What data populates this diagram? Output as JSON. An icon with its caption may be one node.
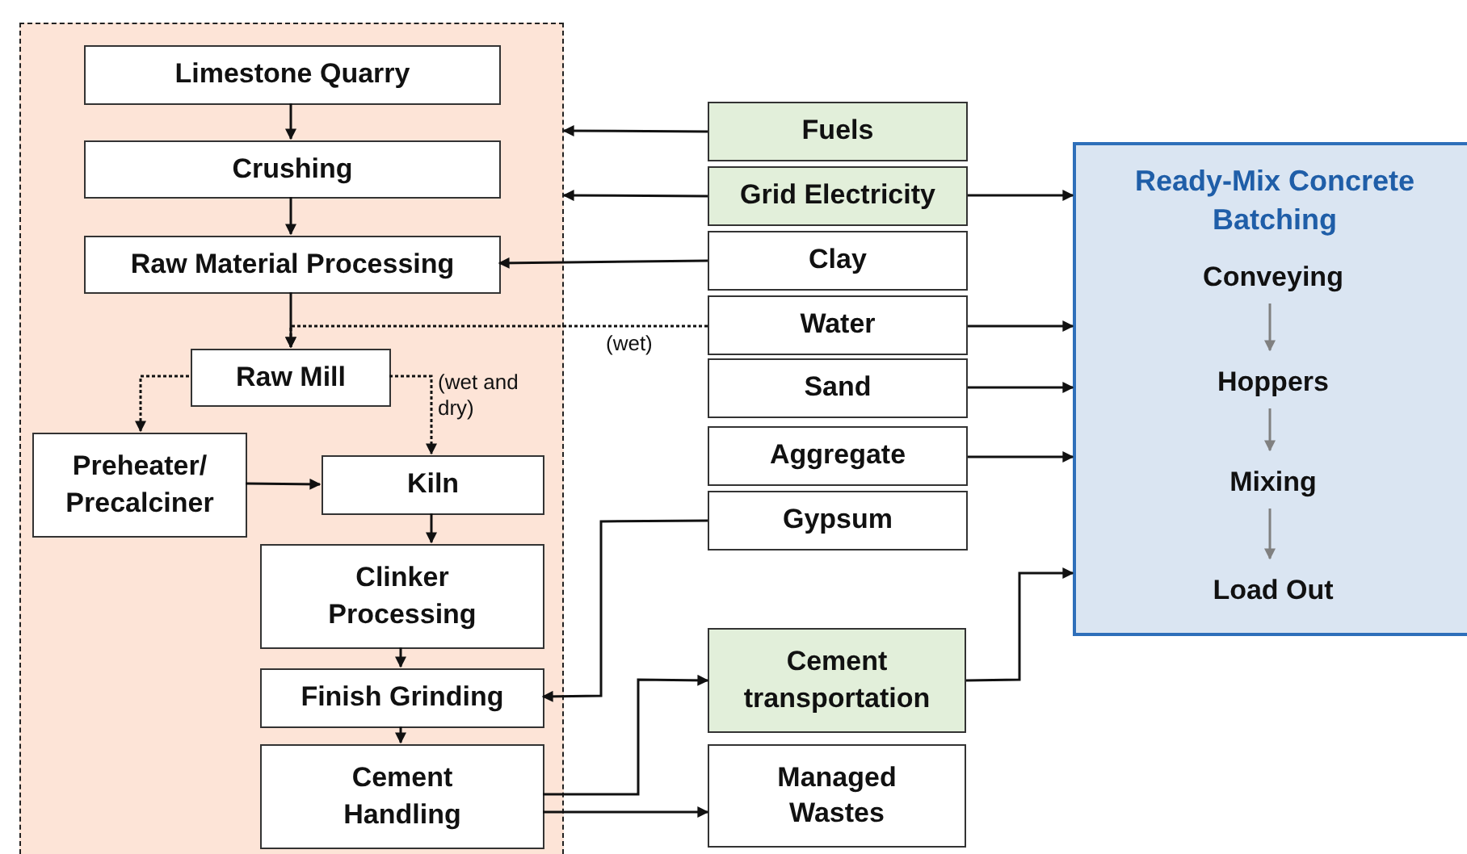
{
  "diagram": {
    "nodes": [
      {
        "text": [],
        "shape": "box"
      },
      {
        "text": [
          "Limestone Quarry"
        ],
        "in": 0
      },
      {
        "text": [
          "Crushing"
        ],
        "in": 0
      },
      {
        "text": [
          "Raw Material Processing"
        ],
        "in": 0
      },
      {
        "text": [
          "Raw Mill"
        ],
        "in": 0
      },
      {
        "text": [
          "Preheater/ Precalciner"
        ],
        "in": 0
      },
      {
        "text": [
          "Kiln"
        ],
        "in": 0
      },
      {
        "text": [
          "Clinker Processing"
        ],
        "in": 0
      },
      {
        "text": [
          "Finish Grinding"
        ],
        "in": 0
      },
      {
        "text": [
          "Cement Handling"
        ],
        "in": 0
      },
      {
        "text": [
          "Fuels"
        ]
      },
      {
        "text": [
          "Grid Electricity"
        ]
      },
      {
        "text": [
          "Clay"
        ]
      },
      {
        "text": [
          "Water"
        ]
      },
      {
        "text": [
          "Sand"
        ]
      },
      {
        "text": [
          "Aggregate"
        ]
      },
      {
        "text": [
          "Gypsum"
        ]
      },
      {
        "text": [
          "Cement transportation"
        ]
      },
      {
        "text": [
          "Managed Wastes"
        ]
      },
      {
        "text": [
          "Ready-Mix Concrete Batching"
        ]
      },
      {
        "text": [
          "Conveying"
        ],
        "in": 19
      },
      {
        "text": [
          "Hoppers"
        ],
        "in": 19
      },
      {
        "text": [
          "Mixing"
        ],
        "in": 19
      },
      {
        "text": [
          "Load Out"
        ],
        "in": 19
      }
    ],
    "edges": [
      {
        "from": 1,
        "to": 2,
        "arrow": "to"
      },
      {
        "from": 2,
        "to": 3,
        "arrow": "to"
      },
      {
        "from": 3,
        "to": 4,
        "arrow": "to"
      },
      {
        "from": 10,
        "to": 0,
        "arrow": "to"
      },
      {
        "from": 11,
        "to": 0,
        "arrow": "to"
      },
      {
        "from": 11,
        "to": 19,
        "arrow": "to"
      },
      {
        "from": 12,
        "to": 3,
        "arrow": "to"
      },
      {
        "from": 13,
        "to": 4,
        "arrow": "to",
        "style": "dashed",
        "label": "(wet)"
      },
      {
        "from": 13,
        "to": 19,
        "arrow": "to"
      },
      {
        "from": 14,
        "to": 19,
        "arrow": "to"
      },
      {
        "from": 15,
        "to": 19,
        "arrow": "to"
      },
      {
        "from": 4,
        "to": 5,
        "arrow": "to",
        "style": "dashed"
      },
      {
        "from": 4,
        "to": 6,
        "arrow": "to",
        "style": "dashed",
        "label": "(wet and dry)"
      },
      {
        "from": 5,
        "to": 6,
        "arrow": "to"
      },
      {
        "from": 6,
        "to": 7,
        "arrow": "to"
      },
      {
        "from": 7,
        "to": 8,
        "arrow": "to"
      },
      {
        "from": 8,
        "to": 9,
        "arrow": "to"
      },
      {
        "from": 16,
        "to": 8,
        "arrow": "to"
      },
      {
        "from": 9,
        "to": 17,
        "arrow": "to"
      },
      {
        "from": 9,
        "to": 18,
        "arrow": "to"
      },
      {
        "from": 17,
        "to": 19,
        "arrow": "to"
      },
      {
        "from": 20,
        "to": 21,
        "arrow": "to",
        "color": "#808080"
      },
      {
        "from": 21,
        "to": 22,
        "arrow": "to",
        "color": "#808080"
      },
      {
        "from": 22,
        "to": 23,
        "arrow": "to",
        "color": "#808080"
      }
    ]
  }
}
